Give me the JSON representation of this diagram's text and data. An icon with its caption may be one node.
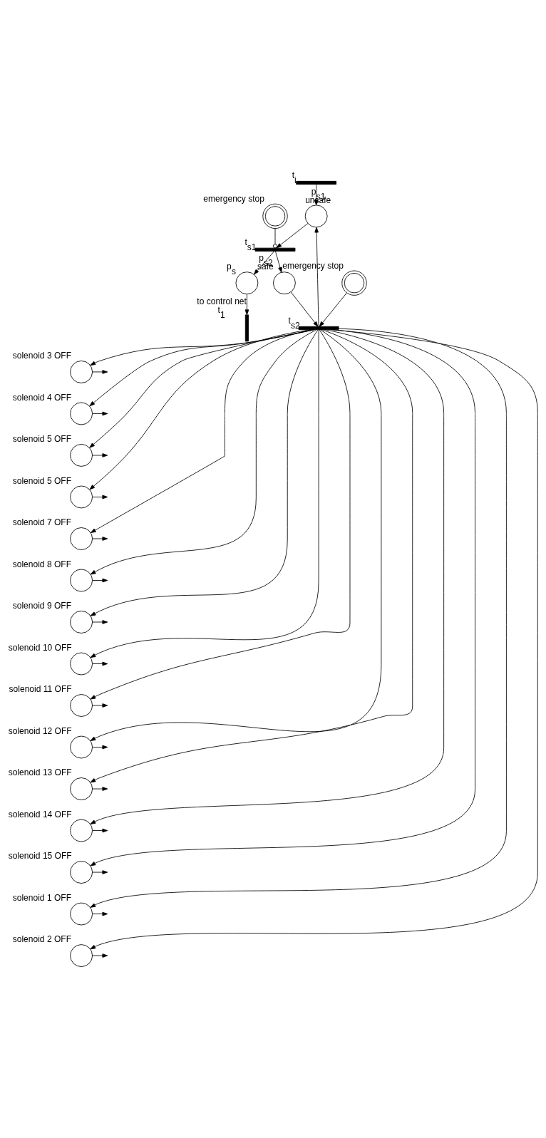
{
  "diagram": {
    "nodes": [
      {
        "text": [],
        "shape": "bar",
        "beside": [
          "t$_{i}$"
        ]
      },
      {
        "text": [],
        "shape": "circle",
        "beside": [
          "p$_{s1}$",
          "unsafe"
        ]
      },
      {
        "text": [],
        "shape": "circle",
        "beside": [
          "emergency stop"
        ]
      },
      {
        "text": [],
        "shape": "bar",
        "beside": [
          "t$_{s1}$"
        ]
      },
      {
        "text": [],
        "shape": "circle",
        "beside": [
          "p$_{s}$"
        ]
      },
      {
        "text": [],
        "shape": "bar",
        "beside": [
          "to control net",
          "t$_{1}$"
        ]
      },
      {
        "text": [],
        "shape": "circle",
        "beside": [
          "p$_{s2}$",
          "safe"
        ]
      },
      {
        "text": [],
        "shape": "circle",
        "beside": [
          "emergency stop"
        ]
      },
      {
        "text": [],
        "shape": "bar",
        "beside": [
          "t$_{s2}$"
        ]
      },
      {
        "text": [],
        "shape": "circle",
        "beside": [
          "solenoid 3 OFF"
        ]
      },
      {
        "text": [],
        "shape": "circle",
        "beside": [
          "solenoid 4 OFF"
        ]
      },
      {
        "text": [],
        "shape": "circle",
        "beside": [
          "solenoid 5 OFF"
        ]
      },
      {
        "text": [],
        "shape": "circle",
        "beside": [
          "solenoid 5 OFF"
        ]
      },
      {
        "text": [],
        "shape": "circle",
        "beside": [
          "solenoid 7 OFF"
        ]
      },
      {
        "text": [],
        "shape": "circle",
        "beside": [
          "solenoid 8 OFF"
        ]
      },
      {
        "text": [],
        "shape": "circle",
        "beside": [
          "solenoid 9 OFF"
        ]
      },
      {
        "text": [],
        "shape": "circle",
        "beside": [
          "solenoid 10 OFF"
        ]
      },
      {
        "text": [],
        "shape": "circle",
        "beside": [
          "solenoid 11 OFF"
        ]
      },
      {
        "text": [],
        "shape": "circle",
        "beside": [
          "solenoid 12 OFF"
        ]
      },
      {
        "text": [],
        "shape": "circle",
        "beside": [
          "solenoid 13 OFF"
        ]
      },
      {
        "text": [],
        "shape": "circle",
        "beside": [
          "solenoid 14 OFF"
        ]
      },
      {
        "text": [],
        "shape": "circle",
        "beside": [
          "solenoid 15 OFF"
        ]
      },
      {
        "text": [],
        "shape": "circle",
        "beside": [
          "solenoid 1 OFF"
        ]
      },
      {
        "text": [],
        "shape": "circle",
        "beside": [
          "solenoid 2 OFF"
        ]
      }
    ],
    "edges": [
      {
        "from": 0,
        "to": 1,
        "arrow": "to"
      },
      {
        "from": 1,
        "to": 3,
        "arrow": "to"
      },
      {
        "from": 2,
        "to": 3,
        "arrow": "other"
      },
      {
        "from": 3,
        "to": 4,
        "arrow": "to"
      },
      {
        "from": 4,
        "to": 5,
        "arrow": "to"
      },
      {
        "from": 3,
        "to": 6,
        "arrow": "to"
      },
      {
        "from": 6,
        "to": 8,
        "arrow": "to"
      },
      {
        "from": 7,
        "to": 8,
        "arrow": "to"
      },
      {
        "from": 8,
        "to": 1,
        "arrow": "to"
      },
      {
        "from": 8,
        "to": 9,
        "arrow": "to"
      },
      {
        "from": 8,
        "to": 10,
        "arrow": "to"
      },
      {
        "from": 8,
        "to": 11,
        "arrow": "to"
      },
      {
        "from": 8,
        "to": 12,
        "arrow": "to"
      },
      {
        "from": 8,
        "to": 13,
        "arrow": "to"
      },
      {
        "from": 8,
        "to": 14,
        "arrow": "to"
      },
      {
        "from": 8,
        "to": 15,
        "arrow": "to"
      },
      {
        "from": 8,
        "to": 16,
        "arrow": "to"
      },
      {
        "from": 8,
        "to": 17,
        "arrow": "to"
      },
      {
        "from": 8,
        "to": 18,
        "arrow": "to"
      },
      {
        "from": 8,
        "to": 19,
        "arrow": "to"
      },
      {
        "from": 8,
        "to": 20,
        "arrow": "to"
      },
      {
        "from": 8,
        "to": 21,
        "arrow": "to"
      },
      {
        "from": 8,
        "to": 22,
        "arrow": "to"
      },
      {
        "from": 8,
        "to": 23,
        "arrow": "to"
      },
      {
        "from": 9,
        "to": null,
        "arrow": "to"
      },
      {
        "from": 10,
        "to": null,
        "arrow": "to"
      },
      {
        "from": 11,
        "to": null,
        "arrow": "to"
      },
      {
        "from": 12,
        "to": null,
        "arrow": "to"
      },
      {
        "from": 13,
        "to": null,
        "arrow": "to"
      },
      {
        "from": 14,
        "to": null,
        "arrow": "to"
      },
      {
        "from": 15,
        "to": null,
        "arrow": "to"
      },
      {
        "from": 16,
        "to": null,
        "arrow": "to"
      },
      {
        "from": 17,
        "to": null,
        "arrow": "to"
      },
      {
        "from": 18,
        "to": null,
        "arrow": "to"
      },
      {
        "from": 19,
        "to": null,
        "arrow": "to"
      },
      {
        "from": 20,
        "to": null,
        "arrow": "to"
      },
      {
        "from": 21,
        "to": null,
        "arrow": "to"
      },
      {
        "from": 22,
        "to": null,
        "arrow": "to"
      },
      {
        "from": 23,
        "to": null,
        "arrow": "to"
      }
    ]
  }
}
